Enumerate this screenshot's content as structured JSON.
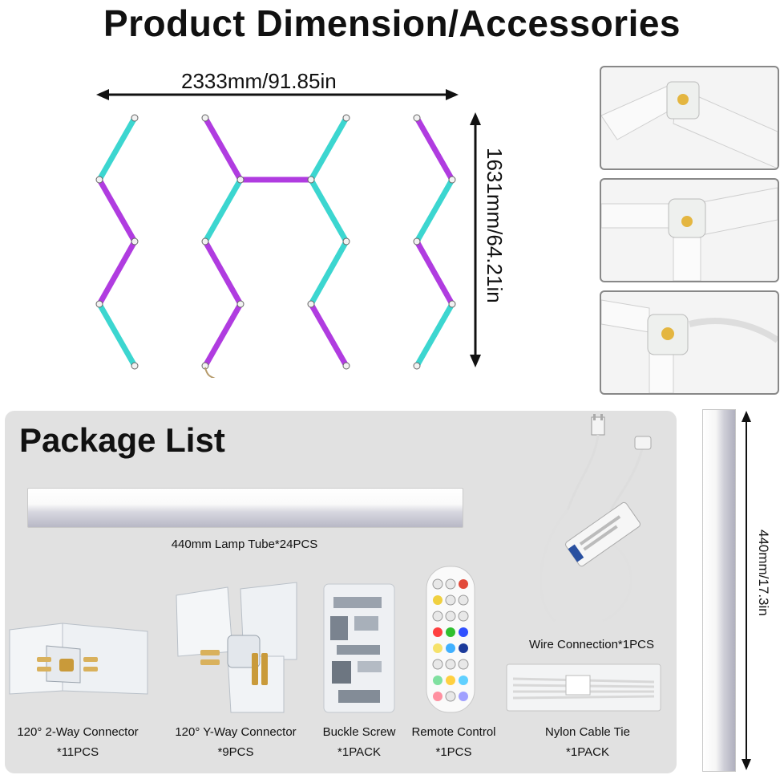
{
  "title": "Product Dimension/Accessories",
  "dimensions": {
    "width": "2333mm/91.85in",
    "height": "1631mm/64.21in",
    "tube_length": "440mm/17.3in"
  },
  "package": {
    "title": "Package List",
    "items": [
      {
        "line1": "440mm Lamp Tube*24PCS",
        "line2": ""
      },
      {
        "line1": "120° 2-Way Connector",
        "line2": "*11PCS"
      },
      {
        "line1": "120° Y-Way Connector",
        "line2": "*9PCS"
      },
      {
        "line1": "Buckle Screw",
        "line2": "*1PACK"
      },
      {
        "line1": "Remote Control",
        "line2": "*1PCS"
      },
      {
        "line1": "Wire Connection*1PCS",
        "line2": ""
      },
      {
        "line1": "Nylon Cable Tie",
        "line2": "*1PACK"
      }
    ]
  },
  "colors": {
    "magenta": "#b03ce0",
    "cyan": "#3cd6d0",
    "panel": "#e1e1e1"
  },
  "icons": [
    "arrow-icon",
    "connector-icon",
    "remote-icon",
    "screw-icon",
    "power-supply-icon",
    "cable-tie-icon"
  ]
}
